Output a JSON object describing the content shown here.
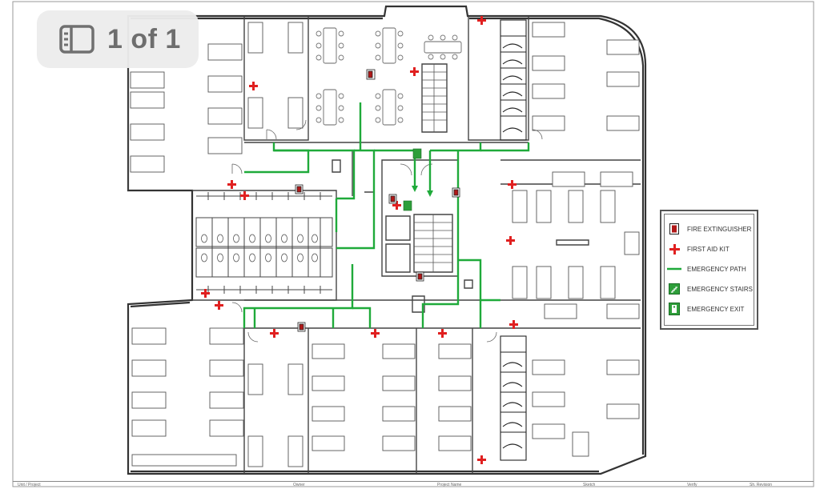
{
  "viewer": {
    "page_indicator": "1 of 1",
    "icon": "sidebar-panel-icon"
  },
  "legend": {
    "items": [
      {
        "label": "FIRE EXTINGUISHER",
        "icon": "fire-extinguisher-icon"
      },
      {
        "label": "FIRST AID KIT",
        "icon": "first-aid-cross-icon"
      },
      {
        "label": "EMERGENCY PATH",
        "icon": "emergency-path-line-icon"
      },
      {
        "label": "EMERGENCY STAIRS",
        "icon": "emergency-stairs-icon"
      },
      {
        "label": "EMERGENCY EXIT",
        "icon": "emergency-exit-icon"
      }
    ]
  },
  "title_block": {
    "cells": [
      "Unit / Project",
      "Owner",
      "Project Name",
      "Sketch",
      "Verify",
      "Sh. Revision"
    ]
  },
  "colors": {
    "wall": "#333333",
    "emergency_path": "#1faa3a",
    "first_aid": "#e02020",
    "extinguisher": "#b01818",
    "exit_sign": "#2e9e3a",
    "badge_bg": "#ececec",
    "badge_text": "#6e6e6e"
  }
}
